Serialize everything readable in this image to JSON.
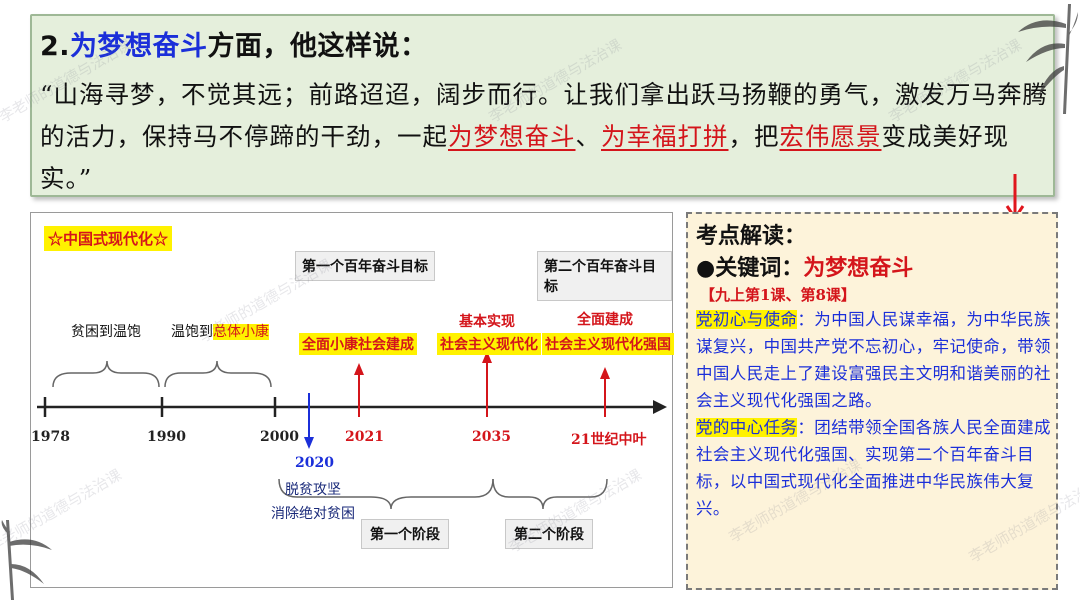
{
  "heading": {
    "prefix": "2.",
    "highlight": "为梦想奋斗",
    "suffix": "方面，他这样说："
  },
  "quote": {
    "part1": "“山海寻梦，不觉其远；前路迢迢，阔步而行。让我们拿出跃马扬鞭的勇气，激发万马奔腾的活力，保持马不停蹄的干劲，一起",
    "red1": "为梦想奋斗",
    "sep1": "、",
    "red2": "为幸福打拼",
    "part2": "，把",
    "red3": "宏伟愿景",
    "part3": "变成美好现实。”"
  },
  "timeline": {
    "title": "☆中国式现代化☆",
    "goal1": "第一个百年奋斗目标",
    "goal2": "第二个百年奋斗目标",
    "phase1": "贫困到温饱",
    "phase2_prefix": "温饱到",
    "phase2_highlight": "总体小康",
    "milestone_2021": "全面小康社会建成",
    "milestone_2035_line1": "基本实现",
    "milestone_2035_line2": "社会主义现代化",
    "milestone_mid_line1": "全面建成",
    "milestone_mid_line2": "社会主义现代化强国",
    "years": [
      "1978",
      "1990",
      "2000",
      "2021",
      "2035",
      "21世纪中叶"
    ],
    "year_2020": "2020",
    "poverty_line1": "脱贫攻坚",
    "poverty_line2": "消除绝对贫困",
    "stage1": "第一个阶段",
    "stage2": "第二个阶段"
  },
  "explain": {
    "title": "考点解读：",
    "key_label": "●关键词：",
    "key_value": "为梦想奋斗",
    "lesson": "【九上第1课、第8课】",
    "term1": "党初心与使命",
    "text1": "：为中国人民谋幸福，为中华民族谋复兴，中国共产党不忘初心，牢记使命，带领中国人民走上了建设富强民主文明和谐美丽的社会主义现代化强国之路。",
    "term2": "党的中心任务",
    "text2": "：团结带领全国各族人民全面建成社会主义现代化强国、实现第二个百年奋斗目标，以中国式现代化全面推进中华民族伟大复兴。"
  },
  "watermark": "李老师的道德与法治课",
  "colors": {
    "red": "#d4151b",
    "blue": "#1b2fd9",
    "highlight_yellow": "#fff200",
    "quote_bg": "#e5efdc",
    "explain_bg": "#fdf3da"
  }
}
